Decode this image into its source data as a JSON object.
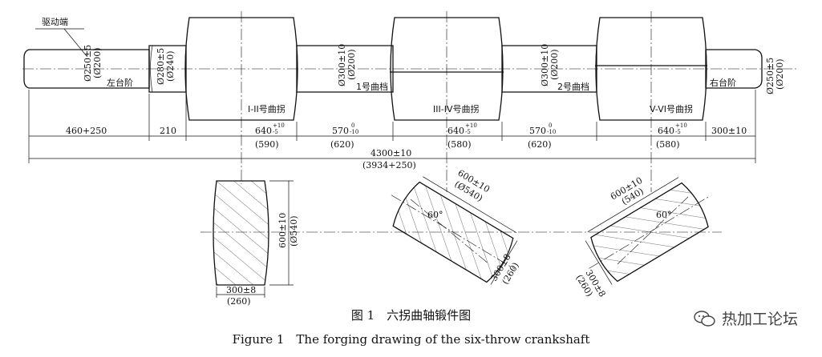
{
  "labels": {
    "drive_end": "驱动端",
    "left_step": "左台阶",
    "right_step": "右台阶",
    "throw_1_2": "I-II号曲拐",
    "throw_3_4": "III-IV号曲拐",
    "throw_5_6": "V-VI号曲拐",
    "journal_1": "1号曲档",
    "journal_2": "2号曲档"
  },
  "diameters": {
    "left_shaft": "Ø250±5",
    "left_shaft_sub": "(Ø200)",
    "left_step": "Ø280±5",
    "left_step_sub": "(Ø240)",
    "journal_1": "Ø300±10",
    "journal_1_sub": "(Ø200)",
    "journal_2": "Ø300±10",
    "journal_2_sub": "(Ø200)",
    "right_shaft": "Ø250±5",
    "right_shaft_sub": "(Ø200)"
  },
  "lengths": {
    "seg1": "460+250",
    "seg2": "210",
    "seg3_base": "640",
    "seg3_up": "+10",
    "seg3_low": "-5",
    "seg3_sub": "(590)",
    "seg4_base": "570",
    "seg4_up": "0",
    "seg4_low": "-10",
    "seg4_sub": "(620)",
    "seg5_base": "640",
    "seg5_up": "+10",
    "seg5_low": "-5",
    "seg5_sub": "(580)",
    "seg6_base": "570",
    "seg6_up": "0",
    "seg6_low": "-10",
    "seg6_sub": "(620)",
    "seg7_base": "640",
    "seg7_up": "+10",
    "seg7_low": "-5",
    "seg7_sub": "(580)",
    "seg8": "300±10",
    "total": "4300±10",
    "total_sub": "(3934+250)"
  },
  "sections": {
    "s1_height": "600±10",
    "s1_height_sub": "(Ø540)",
    "s1_width": "300±8",
    "s1_width_sub": "(260)",
    "s2_len": "600±10",
    "s2_len_sub": "(Ø540)",
    "s2_angle": "60°",
    "s2_width": "300±8",
    "s2_width_sub": "(260)",
    "s3_len": "600±10",
    "s3_len_sub": "(540)",
    "s3_angle": "60°",
    "s3_width": "300±8",
    "s3_width_sub": "(260)"
  },
  "caption": {
    "cn": "图 1　六拐曲轴锻件图",
    "en": "Figure 1　The forging drawing of the six-throw crankshaft"
  },
  "watermark": {
    "text": "热加工论坛",
    "icon": "wechat-icon"
  }
}
